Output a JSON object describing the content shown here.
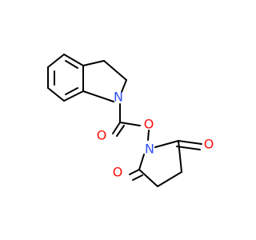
{
  "molecule": {
    "atoms": {
      "n_indoline": {
        "symbol": "N",
        "color": "#3050f8"
      },
      "n_succinimide": {
        "symbol": "N",
        "color": "#3050f8"
      },
      "o_ester": {
        "symbol": "O",
        "color": "#ff0d0d"
      },
      "o_carbonyl": {
        "symbol": "O",
        "color": "#ff0d0d"
      },
      "o_imide_right": {
        "symbol": "O",
        "color": "#ff0d0d"
      },
      "o_imide_left": {
        "symbol": "O",
        "color": "#ff0d0d"
      }
    },
    "bond_color": "#000000"
  }
}
